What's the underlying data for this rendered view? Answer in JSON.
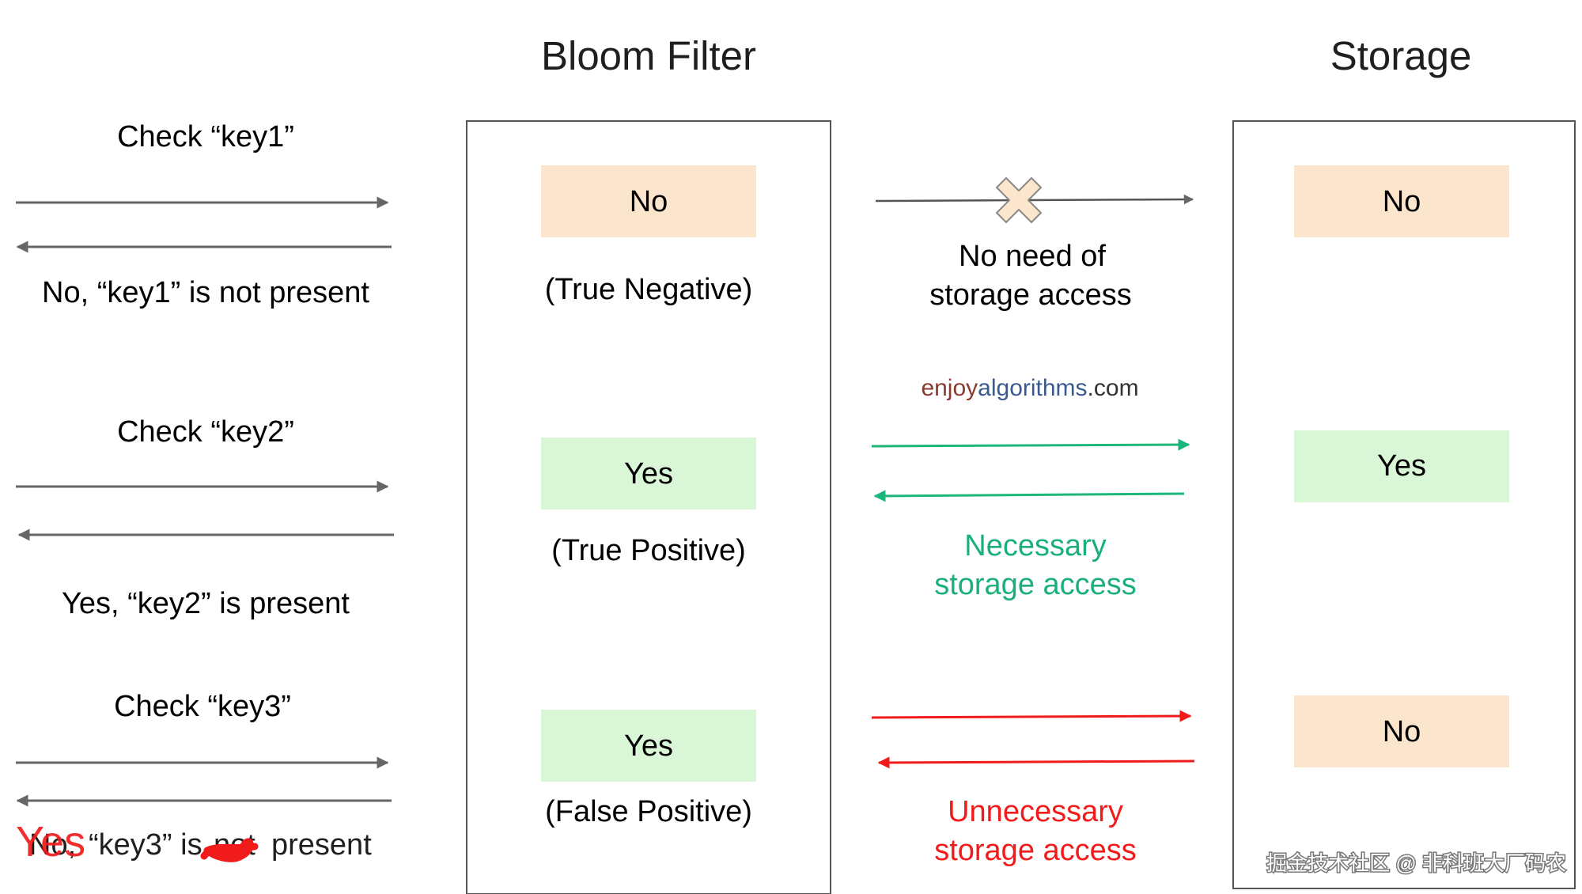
{
  "headers": {
    "bloom_filter": "Bloom Filter",
    "storage": "Storage"
  },
  "rows": [
    {
      "id": "key1",
      "check_label": "Check “key1”",
      "response_label": "No, “key1” is not present",
      "filter_result": "No",
      "filter_case": "(True Negative)",
      "storage_result": "No",
      "storage_note_lines": [
        "No need of",
        "storage access"
      ]
    },
    {
      "id": "key2",
      "check_label": "Check “key2”",
      "response_label": "Yes, “key2” is present",
      "filter_result": "Yes",
      "filter_case": "(True Positive)",
      "storage_result": "Yes",
      "storage_note_lines": [
        "Necessary",
        "storage access"
      ]
    },
    {
      "id": "key3",
      "check_label": "Check “key3”",
      "response_label_original_prefix": "No,",
      "response_label_key": "“key3” is",
      "response_label_struck": "not",
      "response_label_suffix": "present",
      "response_label_correction": "Yes",
      "filter_result": "Yes",
      "filter_case": "(False Positive)",
      "storage_result": "No",
      "storage_note_lines": [
        "Unnecessary",
        "storage access"
      ]
    }
  ],
  "watermark": {
    "part1": "enjoy",
    "part2": "algorithms",
    "part3": ".com"
  },
  "corner_watermark": "掘金技术社区 @ 非科班大厂码农",
  "colors": {
    "no_box": "#fce5cd",
    "yes_box": "#d9f7d6",
    "arrow_gray": "#666666",
    "arrow_green": "#1db67a",
    "arrow_red": "#f21b1b",
    "text_green": "#1bb07a",
    "text_red": "#f21b1b",
    "watermark_1": "#8b3a2f",
    "watermark_2": "#3a5a8f",
    "watermark_3": "#333333"
  }
}
